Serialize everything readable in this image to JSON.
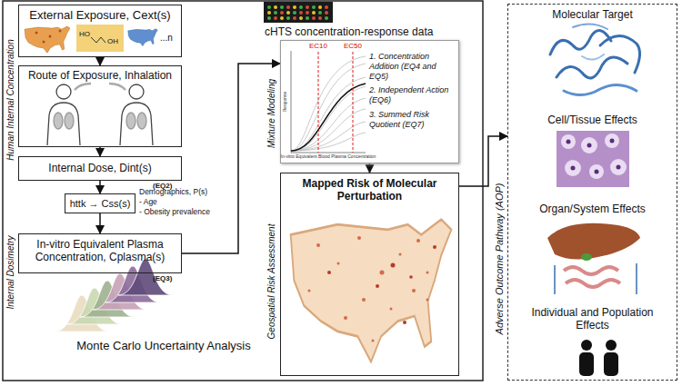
{
  "diagram": {
    "nodes": [
      {
        "text": [
          "External Exposure, Cext(s)"
        ]
      },
      {
        "text": [
          "Route of Exposure, Inhalation"
        ]
      },
      {
        "text": [
          "Internal Dose, Dint(s)"
        ]
      },
      {
        "text": [
          "httk → Css(s)"
        ]
      },
      {
        "text": [
          "In-vitro Equivalent Plasma Concentration, Cplasma(s)"
        ]
      },
      {
        "text": [
          "cHTS concentration-response data",
          "1. Concentration Addition (EQ4 and EQ5)",
          "2. Independent Action (EQ6)",
          "3. Summed Risk Quotient (EQ7)"
        ]
      },
      {
        "text": [
          "Mapped Risk of Molecular Perturbation"
        ]
      },
      {
        "text": [
          "Molecular Target",
          "Cell/Tissue Effects",
          "Organ/System Effects",
          "Individual and Population Effects"
        ]
      }
    ],
    "edges": [
      {
        "from": 0,
        "to": 1,
        "arrow": "to"
      },
      {
        "from": 1,
        "to": 2,
        "arrow": "to"
      },
      {
        "from": 2,
        "to": 3,
        "arrow": "to"
      },
      {
        "from": 3,
        "to": 4,
        "arrow": "to"
      },
      {
        "from": 4,
        "to": 5,
        "arrow": "to"
      },
      {
        "from": 5,
        "to": 6,
        "arrow": "to"
      },
      {
        "from": 6,
        "to": 7,
        "arrow": "to"
      }
    ],
    "labels": [
      "...n",
      "(EQ2)",
      "Demographics, P(s)",
      "- Age",
      "- Obesity prevalence",
      "(EQ3)",
      "Monte Carlo Uncertainty Analysis",
      "Human Internal Concentration",
      "Internal Dosimetry",
      "Mixture Modeling",
      "Geospatial Risk Assessment",
      "Adverse Outcome Pathway (AOP)",
      "EC10",
      "EC50",
      "In-vitro Equivalent Blood Plasma Concentration",
      "Response",
      "HO",
      "OH"
    ]
  }
}
